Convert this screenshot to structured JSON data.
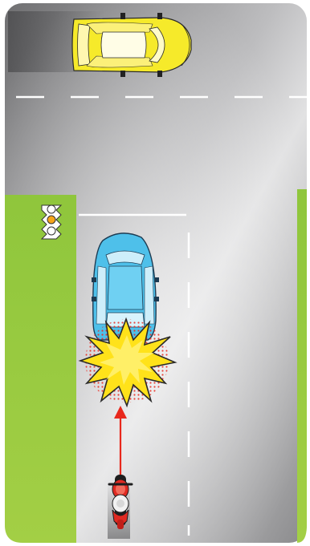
{
  "scene": {
    "type": "traffic-accident-illustration",
    "description_hidden": "",
    "traffic_light": {
      "active_light": "amber",
      "lights": [
        "red",
        "amber",
        "green"
      ]
    },
    "vehicles": [
      {
        "name": "yellow-car",
        "color": "#f6ea2a",
        "heading": "right"
      },
      {
        "name": "blue-car",
        "color": "#4ec0ea",
        "heading": "up"
      },
      {
        "name": "red-motorcycle",
        "color": "#e02a22",
        "heading": "up"
      }
    ],
    "impact": {
      "color": "#ffe21a",
      "outline": "#e8281c"
    },
    "arrow": {
      "color": "#e8281c",
      "direction": "up"
    },
    "colors": {
      "grass": "#94c83d",
      "road_light": "#d9d9da",
      "road_dark": "#7a7a7c",
      "lane_marking": "#ffffff"
    }
  }
}
